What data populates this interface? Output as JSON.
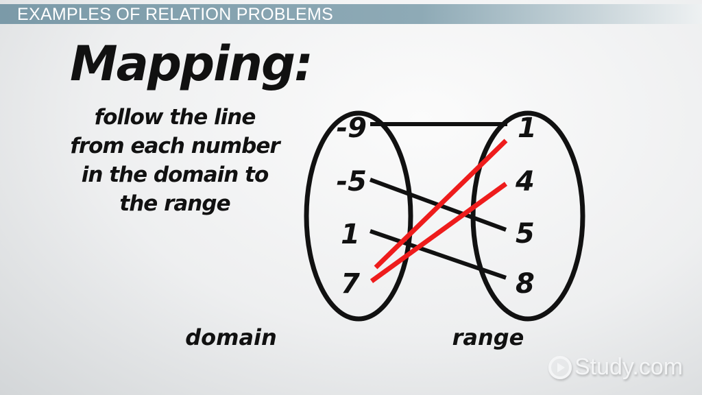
{
  "header": {
    "title": "EXAMPLES OF RELATION PROBLEMS"
  },
  "slide": {
    "title": "Mapping:",
    "subtitle_lines": [
      "follow the line",
      "from each number",
      "in the domain to",
      "the range"
    ]
  },
  "diagram": {
    "domain_label": "domain",
    "range_label": "range",
    "domain": [
      "-9",
      "-5",
      "1",
      "7"
    ],
    "range": [
      "1",
      "4",
      "5",
      "8"
    ],
    "mappings": [
      {
        "from": "-9",
        "to": "1",
        "color": "#111111"
      },
      {
        "from": "-5",
        "to": "5",
        "color": "#111111"
      },
      {
        "from": "1",
        "to": "8",
        "color": "#111111"
      },
      {
        "from": "7",
        "to": "1",
        "color": "#ee1c1c"
      },
      {
        "from": "7",
        "to": "4",
        "color": "#ee1c1c"
      }
    ]
  },
  "logo": {
    "text": "Study.com"
  }
}
